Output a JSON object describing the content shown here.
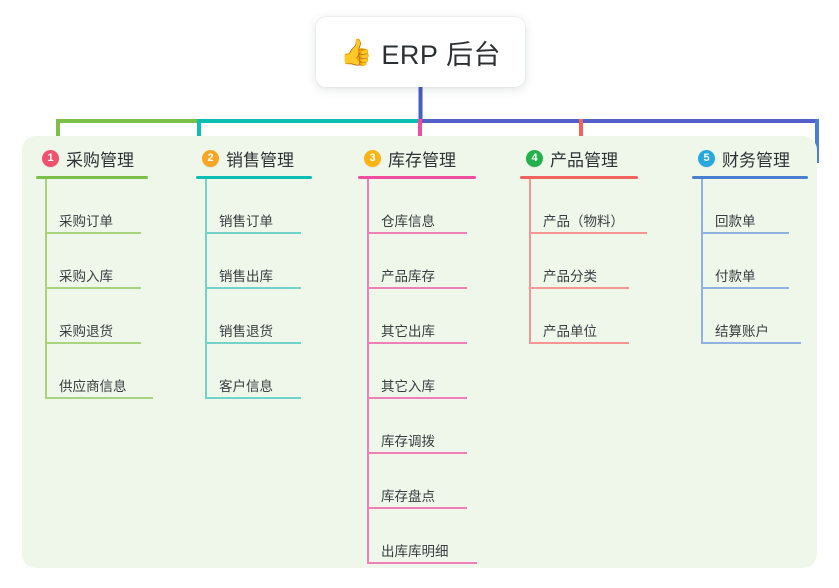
{
  "root": {
    "emoji": "👍",
    "emoji_name": "thumbs-up-icon",
    "title": "ERP 后台"
  },
  "theme": {
    "page_bg": "#ffffff",
    "panel_bg": "#eef7e9",
    "root_bus_color": "#4a5bc4",
    "text_color": "#2f3237"
  },
  "columns": [
    {
      "number": "1",
      "title": "采购管理",
      "badge_color": "#f0526d",
      "line_color": "#7cc04a",
      "item_line_color": "#a8d37f",
      "items": [
        {
          "label": "采购订单"
        },
        {
          "label": "采购入库"
        },
        {
          "label": "采购退货"
        },
        {
          "label": "供应商信息"
        }
      ]
    },
    {
      "number": "2",
      "title": "销售管理",
      "badge_color": "#f5a623",
      "line_color": "#0dbfb2",
      "item_line_color": "#72d3ca",
      "items": [
        {
          "label": "销售订单"
        },
        {
          "label": "销售出库"
        },
        {
          "label": "销售退货"
        },
        {
          "label": "客户信息"
        }
      ]
    },
    {
      "number": "3",
      "title": "库存管理",
      "badge_color": "#fcb414",
      "line_color": "#ef4d9e",
      "item_line_color": "#ef7fb7",
      "items": [
        {
          "label": "仓库信息"
        },
        {
          "label": "产品库存"
        },
        {
          "label": "其它出库"
        },
        {
          "label": "其它入库"
        },
        {
          "label": "库存调拨"
        },
        {
          "label": "库存盘点"
        },
        {
          "label": "出库库明细"
        }
      ]
    },
    {
      "number": "4",
      "title": "产品管理",
      "badge_color": "#22b14c",
      "line_color": "#f2635f",
      "item_line_color": "#f59693",
      "items": [
        {
          "label": "产品（物料）"
        },
        {
          "label": "产品分类"
        },
        {
          "label": "产品单位"
        }
      ]
    },
    {
      "number": "5",
      "title": "财务管理",
      "badge_color": "#29a8e0",
      "line_color": "#4a7fd4",
      "item_line_color": "#8fb2e3",
      "items": [
        {
          "label": "回款单"
        },
        {
          "label": "付款单"
        },
        {
          "label": "结算账户"
        }
      ]
    }
  ]
}
